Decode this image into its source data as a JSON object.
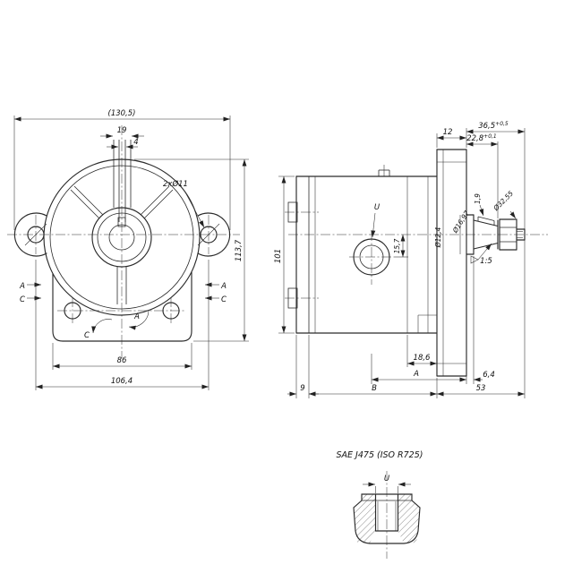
{
  "drawing": {
    "front_view": {
      "dim_overall_width": "(130,5)",
      "dim_hub_width": "19",
      "dim_keyway_width": "4",
      "callout_mount_holes": "2xØ11",
      "dim_overall_height": "113,7",
      "dim_port_face_width": "86",
      "dim_base_width": "106,4",
      "section_a": "A",
      "section_c": "C",
      "rotation_a": "A",
      "rotation_c": "C"
    },
    "side_view": {
      "dim_flange_thickness": "12",
      "dim_shaft_length": "36,5",
      "tol_shaft_length": "+0,5",
      "dim_taper_length": "22,8",
      "tol_taper_length": "+0,1",
      "dim_key_height": "1,9",
      "dim_body_height": "101",
      "dim_port_offset": "15,7",
      "dia_shaft_small": "Ø12,4",
      "dia_taper_major": "Ø16,97",
      "dia_thread": "Ø32,55",
      "taper_ratio": "1:5",
      "dim_rear_cover": "18,6",
      "dim_a": "A",
      "dim_pilot": "6,4",
      "dim_front_cover": "9",
      "dim_b": "B",
      "dim_shaft_total": "53",
      "port_label": "U"
    },
    "detail_view": {
      "title": "SAE J475 (ISO R725)",
      "port_label": "U"
    }
  }
}
